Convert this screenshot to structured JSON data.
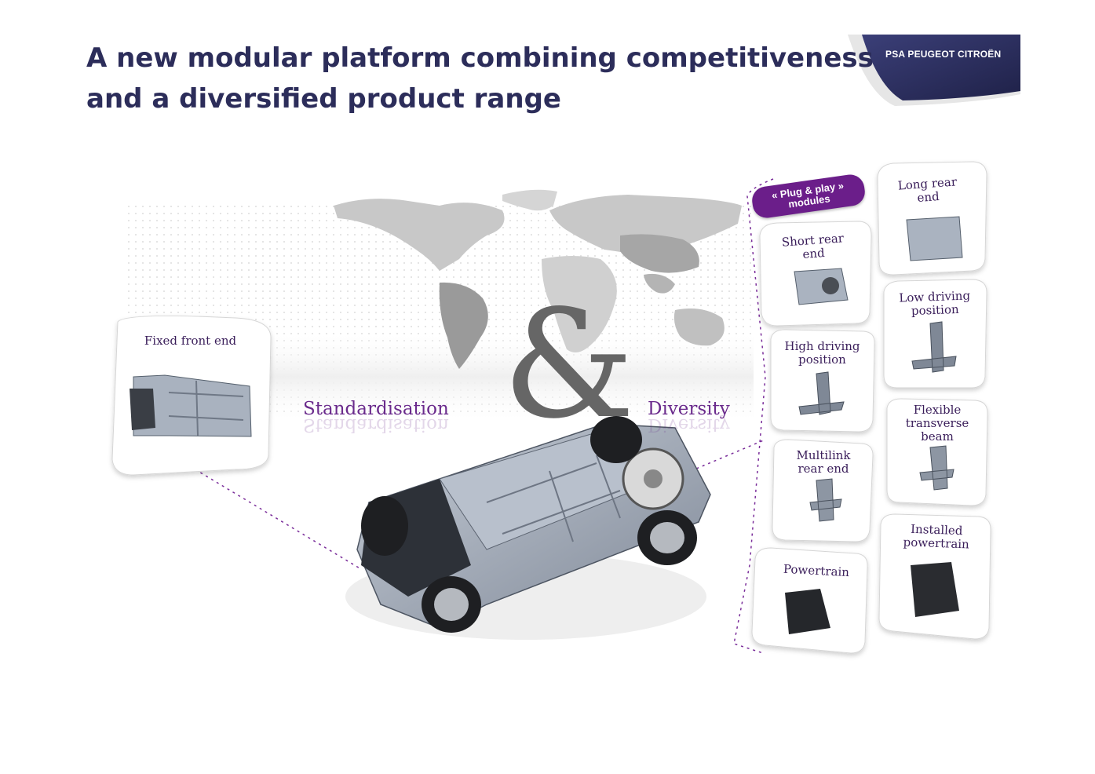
{
  "title": {
    "line1": "A new modular platform combining competitiveness",
    "line2": "and a diversified product range"
  },
  "logo": {
    "text": "PSA PEUGEOT CITROËN"
  },
  "colors": {
    "title": "#2c2d5a",
    "accent": "#6b1e8a",
    "logo_bg": "#2e3160"
  },
  "fixed_module": {
    "label": "Fixed front end"
  },
  "concepts": {
    "left": "Standardisation",
    "symbol": "&",
    "right": "Diversity"
  },
  "plug_play": {
    "label": "« Plug & play » modules"
  },
  "modules": [
    {
      "label": "Short rear end"
    },
    {
      "label": "Long rear end"
    },
    {
      "label": "High driving position"
    },
    {
      "label": "Low driving position"
    },
    {
      "label": "Multilink rear end"
    },
    {
      "label": "Flexible transverse beam"
    },
    {
      "label": "Powertrain"
    },
    {
      "label": "Installed powertrain"
    }
  ]
}
